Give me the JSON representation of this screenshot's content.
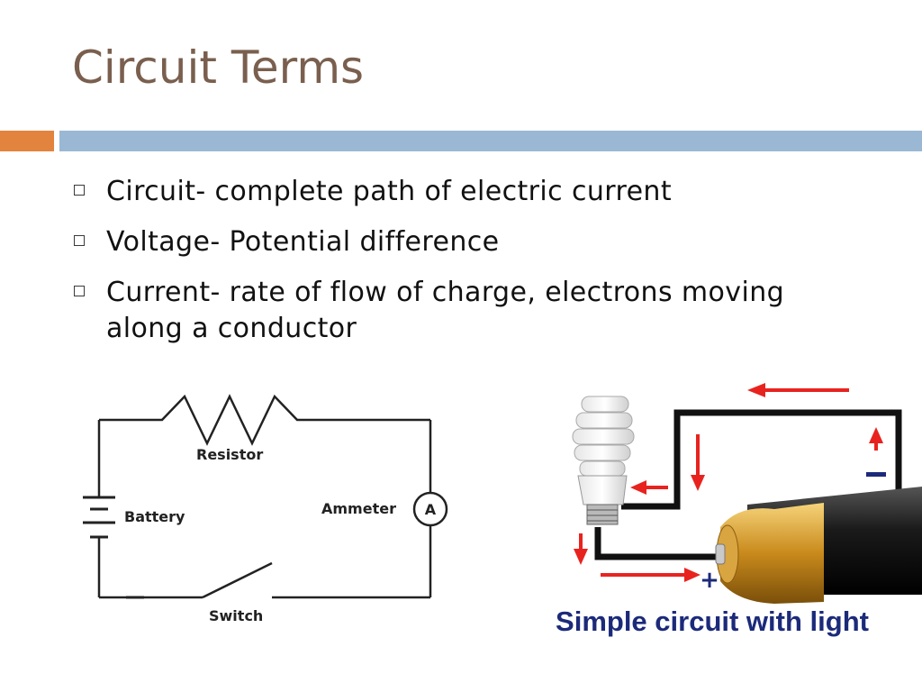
{
  "title": "Circuit Terms",
  "bullets": [
    {
      "text": "Circuit- complete path of electric current"
    },
    {
      "text": "Voltage- Potential difference"
    },
    {
      "text": "Current- rate of flow of charge, electrons moving along a conductor"
    }
  ],
  "diagram_left": {
    "resistor_label": "Resistor",
    "battery_label": "Battery",
    "ammeter_label": "Ammeter",
    "ammeter_symbol": "A",
    "switch_label": "Switch"
  },
  "diagram_right": {
    "minus_sign": "−",
    "plus_sign": "+",
    "caption": "Simple circuit with light"
  },
  "colors": {
    "title": "#7a5f4e",
    "orange_bar": "#e2833e",
    "blue_bar": "#9ab8d3",
    "arrow_red": "#e8231f",
    "caption_blue": "#1c2a7a"
  }
}
